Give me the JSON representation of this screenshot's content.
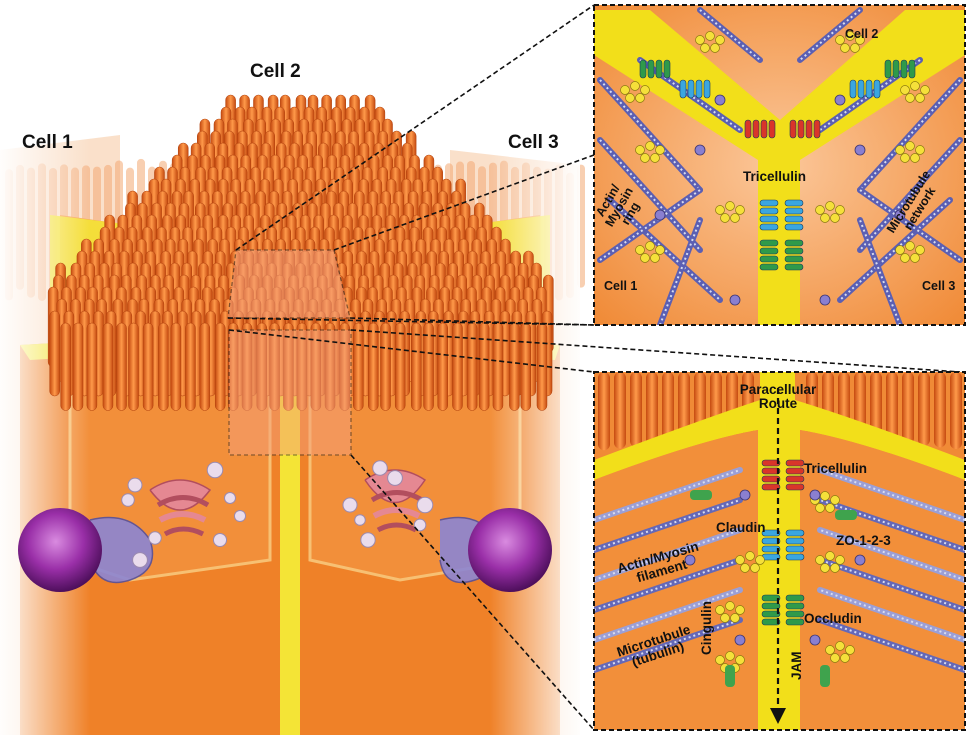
{
  "overview": {
    "cell1": "Cell 1",
    "cell2": "Cell 2",
    "cell3": "Cell 3"
  },
  "top_inset": {
    "cell1": "Cell 1",
    "cell2": "Cell 2",
    "cell3": "Cell 3",
    "tricellulin": "Tricellulin",
    "actin_ring": [
      "Actin/",
      "Myosin",
      "ring"
    ],
    "microtubule_network": [
      "Microtubule",
      "network"
    ]
  },
  "bottom_inset": {
    "paracellular_route": [
      "Paracellular",
      "Route"
    ],
    "tricellulin": "Tricellulin",
    "claudin": "Claudin",
    "zo": "ZO-1-2-3",
    "actin_filament": [
      "Actin/Myosin",
      "filament"
    ],
    "cingulin": "Cingulin",
    "occludin": "Occludin",
    "microtubule": [
      "Microtubule",
      "(tubulin)"
    ],
    "jam": "JAM"
  },
  "colors": {
    "cell_orange": "#f28a2e",
    "microvilli": "#e8621a",
    "junction_yellow": "#f2e21c",
    "nucleus": "#8e2f9c",
    "golgi": "#e07f8a",
    "er": "#7c78c8",
    "claudin_blue": "#3aa6e0",
    "occludin_green": "#2f9a4a",
    "tricellulin_red": "#d9352a",
    "filament_blue": "#5a5fb0"
  }
}
